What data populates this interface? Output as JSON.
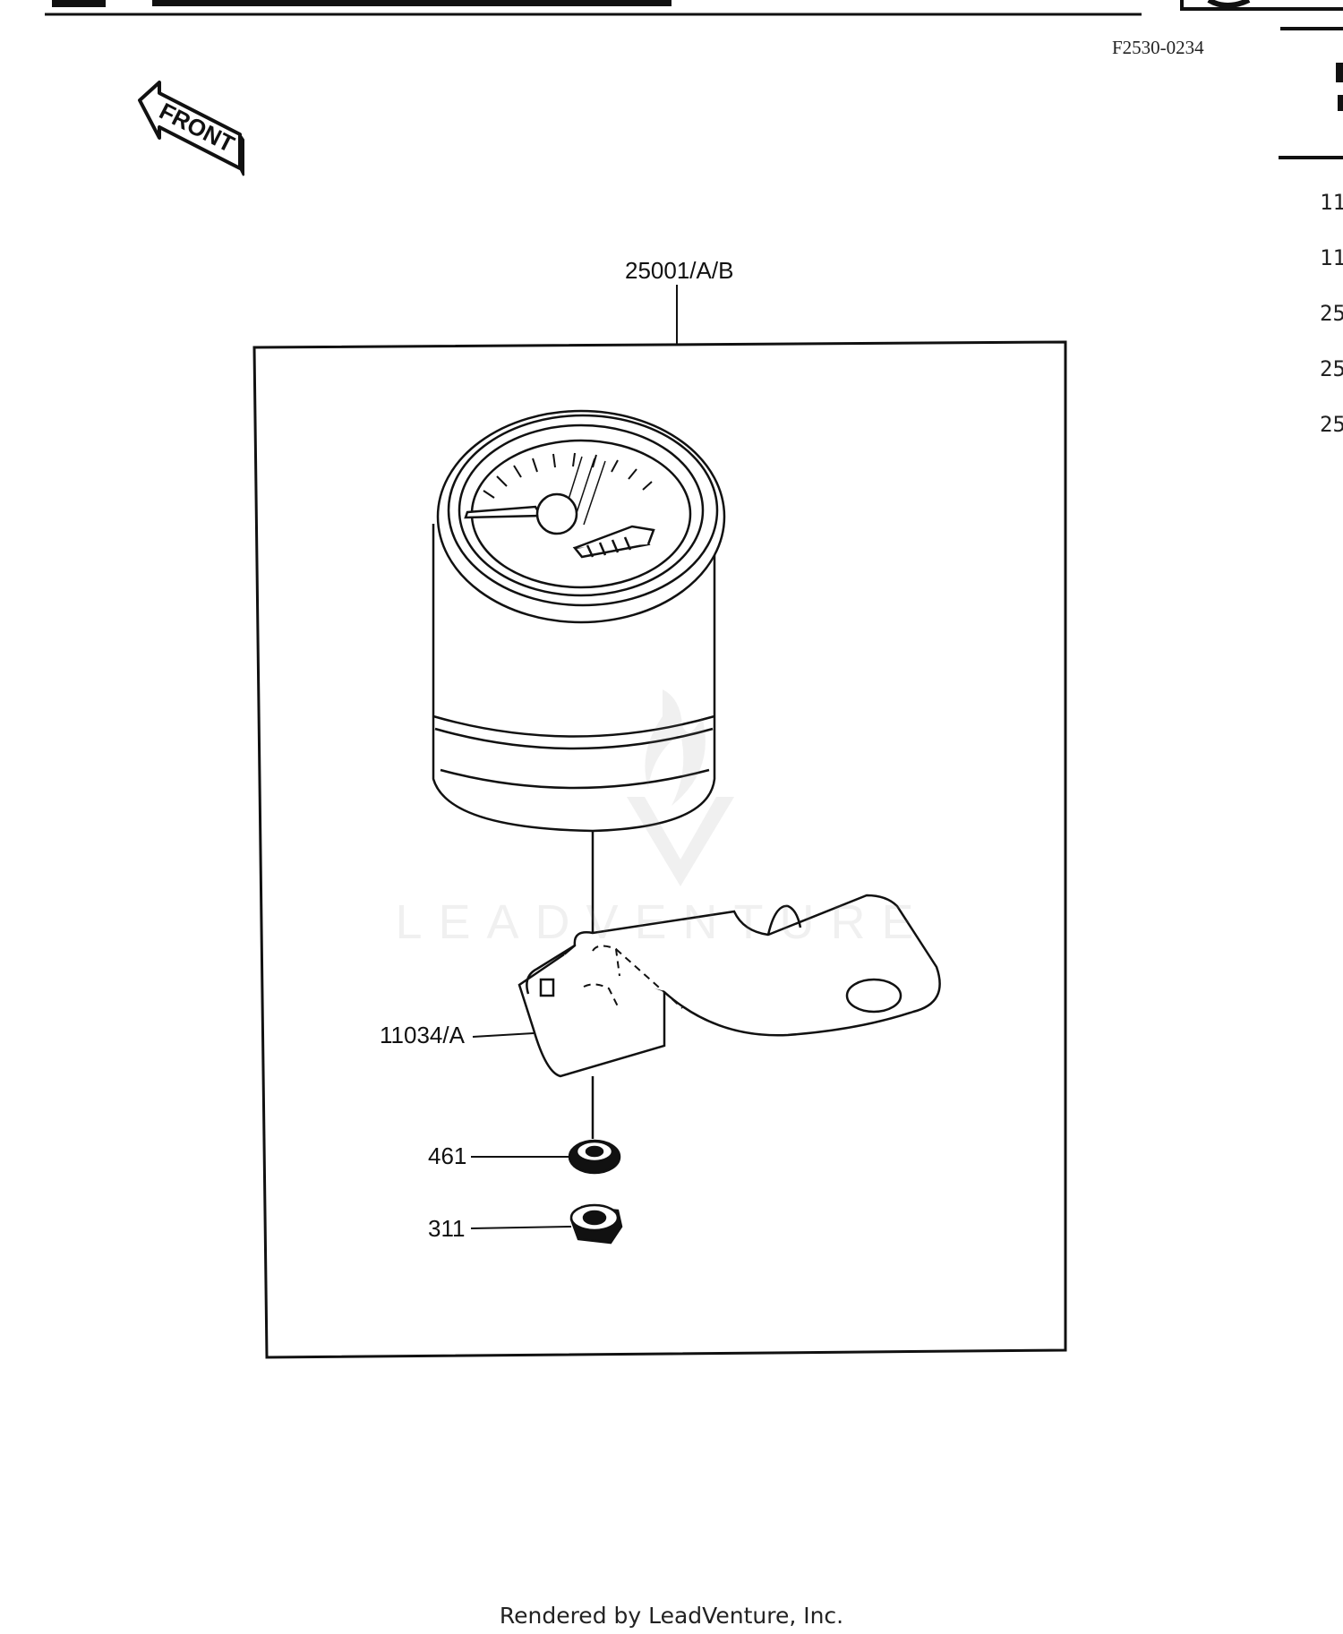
{
  "header": {
    "doc_code": "F2530-0234"
  },
  "front_arrow": {
    "label": "FRONT"
  },
  "callouts": {
    "meter_assembly": "25001/A/B",
    "bracket": "11034/A",
    "washer": "461",
    "nut": "311"
  },
  "side_list": {
    "partial_numbers": [
      "11",
      "11",
      "25",
      "25",
      "25"
    ]
  },
  "watermark": {
    "text": "LEADVENTURE"
  },
  "footer": {
    "credit": "Rendered by LeadVenture, Inc."
  }
}
